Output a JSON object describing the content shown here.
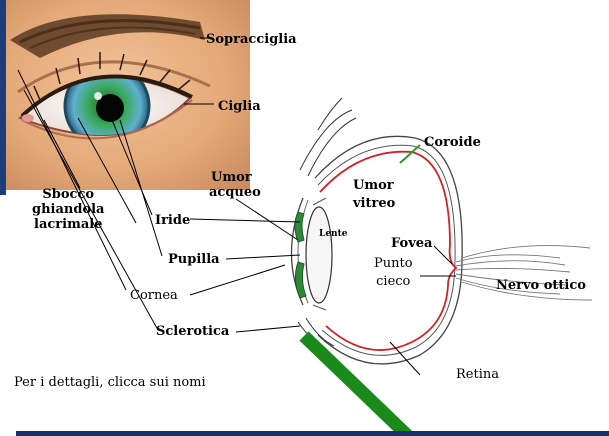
{
  "labels": {
    "sopracciglia": "Sopracciglia",
    "ciglia": "Ciglia",
    "coroide": "Coroide",
    "umor_acqueo_1": "Umor",
    "umor_acqueo_2": "acqueo",
    "umor_vitreo_1": "Umor",
    "umor_vitreo_2": "vitreo",
    "sbocco_1": "Sbocco",
    "sbocco_2": "ghiandola",
    "sbocco_3": "lacrimale",
    "iride": "Iride",
    "lente": "Lente",
    "fovea": "Fovea",
    "punto_cieco_1": "Punto",
    "punto_cieco_2": "cieco",
    "pupilla": "Pupilla",
    "nervo_ottico": "Nervo ottico",
    "cornea": "Cornea",
    "sclerotica": "Sclerotica",
    "retina": "Retina"
  },
  "footer": {
    "note": "Per i dettagli, clicca sui nomi"
  },
  "colors": {
    "retina": "#d42020",
    "lens_green": "#2e8a3a",
    "pointer_green": "#1a8a1a",
    "coroide_arrow": "#2a9a2a",
    "bar_blue": "#15306a",
    "iris_green": "#2f9a4a"
  }
}
